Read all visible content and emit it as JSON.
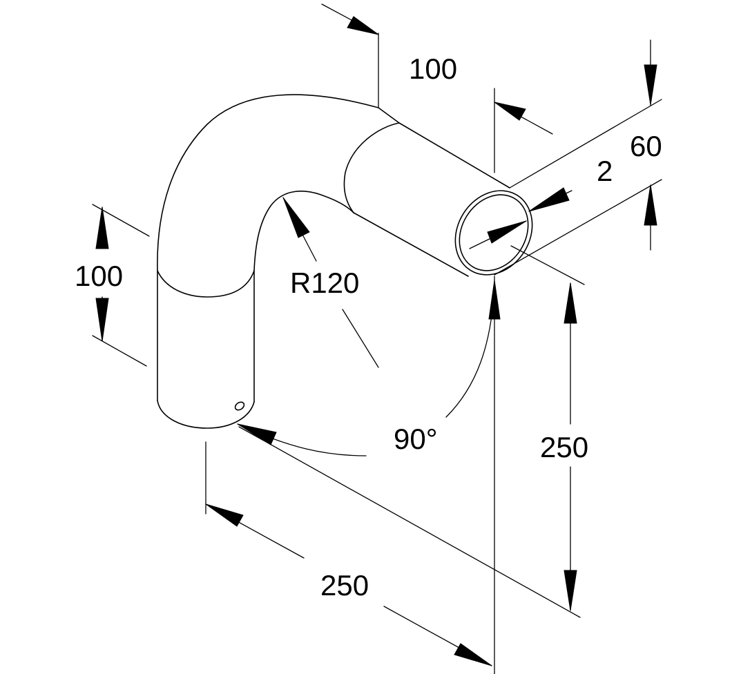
{
  "drawing": {
    "part": "90-degree tube bend",
    "colors": {
      "line": "#000000",
      "background": "#ffffff"
    }
  },
  "dimensions": {
    "top_straight_length": "100",
    "left_straight_length": "100",
    "outer_diameter": "60",
    "wall_thickness": "2",
    "bend_radius": "R120",
    "bend_angle": "90°",
    "horizontal_reach": "250",
    "vertical_reach": "250"
  }
}
